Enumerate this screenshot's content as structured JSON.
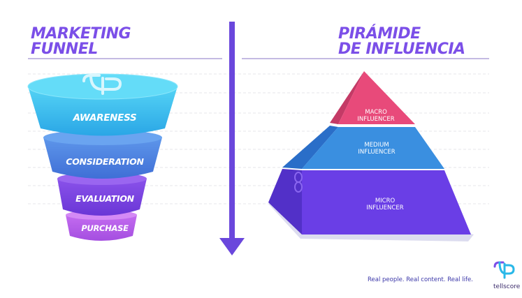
{
  "funnel": {
    "title_line1": "MARKETING",
    "title_line2": "FUNNEL",
    "stages": [
      "AWARENESS",
      "CONSIDERATION",
      "EVALUATION",
      "PURCHASE"
    ]
  },
  "pyramid": {
    "title_line1": "PIRÁMIDE",
    "title_line2": "DE INFLUENCIA",
    "tiers": [
      {
        "line1": "MACRO",
        "line2": "INFLUENCER"
      },
      {
        "line1": "MEDIUM",
        "line2": "INFLUENCER"
      },
      {
        "line1": "MICRO",
        "line2": "INFLUENCER"
      }
    ]
  },
  "footer": {
    "tagline": "Real people. Real content. Real life.",
    "brand": "tellscore"
  },
  "colors": {
    "accent": "#7b4fe8",
    "arrow": "#6a47dc",
    "awareness": "#3fc0ee",
    "consideration": "#4f86e0",
    "evaluation": "#7a44e0",
    "purchase": "#b55ee8",
    "macro": "#e84a7a",
    "medium": "#3a8fe0",
    "micro": "#6a3ee6"
  }
}
